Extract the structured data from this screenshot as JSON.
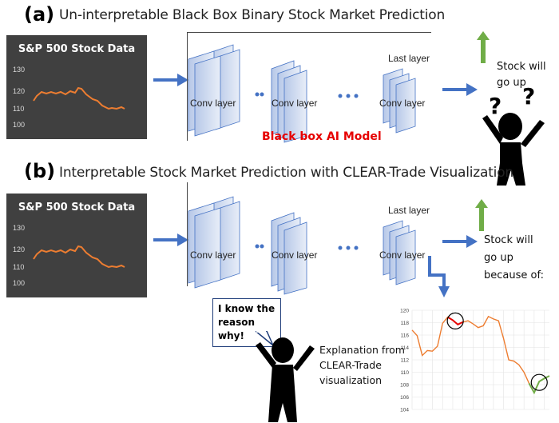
{
  "section_a": {
    "letter": "(a)",
    "title": "Un-interpretable Black Box Binary Stock Market Prediction",
    "chart_title": "S&P 500 Stock Data",
    "y_ticks": [
      "130",
      "120",
      "110",
      "100"
    ],
    "conv_label": "Conv layer",
    "last_layer_label": "Last layer",
    "black_box_label": "Black box AI Model",
    "prediction_line1": "Stock will",
    "prediction_line2": "go up",
    "question_marks": [
      "?",
      "?"
    ]
  },
  "section_b": {
    "letter": "(b)",
    "title": "Interpretable Stock Market Prediction with CLEAR-Trade Visualization",
    "chart_title": "S&P 500 Stock Data",
    "y_ticks": [
      "130",
      "120",
      "110",
      "100"
    ],
    "conv_label": "Conv layer",
    "last_layer_label": "Last layer",
    "prediction_lines": [
      "Stock will",
      "go up",
      "because of:"
    ],
    "bubble_line1": "I know the",
    "bubble_line2": "reason why!",
    "explanation_lines": [
      "Explanation from",
      "CLEAR-Trade",
      "visualization"
    ]
  },
  "colors": {
    "arrow_blue": "#4472c4",
    "up_arrow_green": "#70ad47",
    "thumb_bg": "#404040",
    "stock_line": "#ed7d31",
    "highlight_red": "#e60000",
    "highlight_green": "#70ad47",
    "black_box_text": "#e60000"
  },
  "chart_data": {
    "type": "line",
    "title": "",
    "xlabel": "",
    "ylabel": "",
    "ylim": [
      104,
      120
    ],
    "yticks": [
      104,
      106,
      108,
      110,
      112,
      114,
      116,
      118,
      120
    ],
    "series": [
      {
        "values": [
          116.8,
          115.9,
          112.7,
          113.5,
          113.4,
          114.2,
          117.9,
          118.9,
          118.4,
          117.7,
          118.1,
          118.3,
          117.8,
          117.2,
          117.5,
          119.0,
          118.6,
          118.3,
          115.4,
          112.0,
          111.8,
          111.2,
          110.0,
          108.2,
          106.7,
          108.5,
          109.0,
          109.4
        ]
      }
    ],
    "highlights": [
      {
        "color": "red",
        "start_index": 7,
        "end_index": 10
      },
      {
        "color": "green",
        "start_index": 23,
        "end_index": 27
      }
    ]
  }
}
